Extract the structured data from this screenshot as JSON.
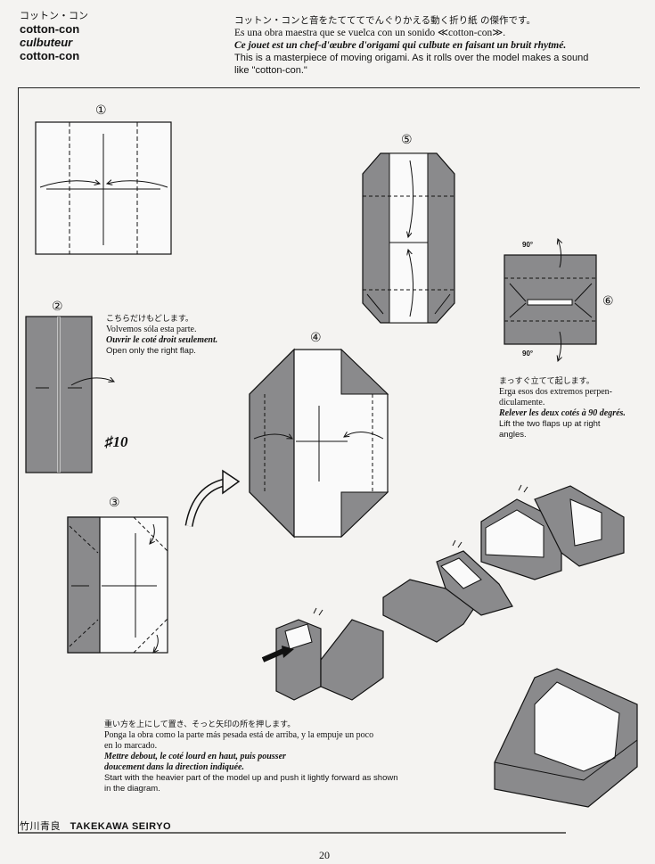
{
  "header": {
    "title_jp": "コットン・コン",
    "title_en": "cotton-con",
    "title_fr": "culbuteur",
    "title_es": "cotton-con",
    "desc_jp": "コットン・コンと音をたてててでんぐりかえる動く折り紙 の傑作です。",
    "desc_es": "Es una obra maestra que se vuelca con un sonido ≪cotton-con≫.",
    "desc_fr": "Ce jouet est un chef-d'œubre d'origami qui culbute en faisant un bruit rhytmé.",
    "desc_en_1": "This is a masterpiece of moving origami. As it rolls over the model makes a sound",
    "desc_en_2": "like \"cotton-con.\""
  },
  "steps": {
    "s1": "①",
    "s2": "②",
    "s3": "③",
    "s4": "④",
    "s5": "⑤",
    "s6": "⑥"
  },
  "model_number": "♯10",
  "step2_text": {
    "jp": "こちらだけもどします。",
    "es": "Volvemos sóla esta parte.",
    "fr": "Ouvrir le coté droit seulement.",
    "en": "Open only the right flap."
  },
  "step6_text": {
    "jp": "まっすぐ立てて起します。",
    "es_1": "Erga esos dos extremos perpen-",
    "es_2": "diculamente.",
    "fr": "Relever les deux cotés à 90 degrés.",
    "en_1": "Lift the two flaps up at right",
    "en_2": "angles."
  },
  "angle_label": "90°",
  "final_text": {
    "jp": "重い方を上にして置き、そっと矢印の所を押します。",
    "es_1": "Ponga la obra como la parte más pesada está de arriba, y la empuje un poco",
    "es_2": "en lo marcado.",
    "fr_1": "Mettre debout, le coté lourd en haut, puis pousser",
    "fr_2": "doucement dans la direction indiquée.",
    "en_1": "Start with the heavier part of the model up and push it lightly forward as shown",
    "en_2": "in the diagram."
  },
  "author": {
    "jp": "竹川青良",
    "en": "TAKEKAWA SEIRYO"
  },
  "page_number": "20",
  "colors": {
    "paper_gray": "#8a8a8c",
    "line": "#111111",
    "background": "#f4f3f1"
  }
}
